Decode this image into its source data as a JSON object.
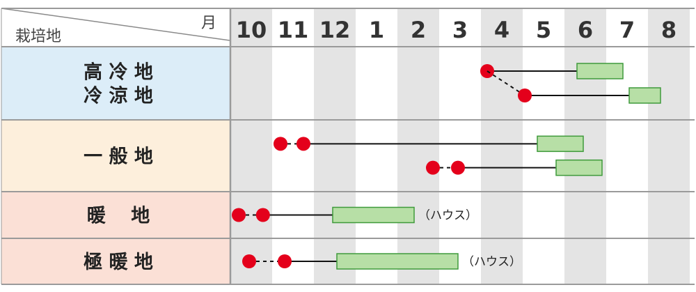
{
  "header": {
    "row_label": "栽培地",
    "column_label": "月"
  },
  "months": [
    "10",
    "11",
    "12",
    "1",
    "2",
    "3",
    "4",
    "5",
    "6",
    "7",
    "8"
  ],
  "regions": [
    {
      "lines": [
        "高 冷 地",
        "冷 涼 地"
      ],
      "color": "#dcedf8"
    },
    {
      "lines": [
        "一 般 地"
      ],
      "color": "#fdefdc"
    },
    {
      "lines": [
        "暖　 地"
      ],
      "color": "#fbe0d6"
    },
    {
      "lines": [
        "極 暖 地"
      ],
      "color": "#fbe0d6"
    }
  ],
  "schedules": [
    {
      "region": 0,
      "sow_start": 6.15,
      "sow_end": 6.15,
      "plant": 6.15,
      "harvest_start": 8.3,
      "harvest_end": 9.4,
      "note": ""
    },
    {
      "region": 0,
      "sow_start": 6.15,
      "sow_end": 6.15,
      "plant": 7.05,
      "harvest_start": 9.55,
      "harvest_end": 10.3,
      "note": ""
    },
    {
      "region": 1,
      "sow_start": 1.2,
      "sow_end": 1.2,
      "plant": 1.75,
      "harvest_start": 7.35,
      "harvest_end": 8.45,
      "note": ""
    },
    {
      "region": 1,
      "sow_start": 4.85,
      "sow_end": 4.85,
      "plant": 5.45,
      "harvest_start": 7.8,
      "harvest_end": 8.9,
      "note": ""
    },
    {
      "region": 2,
      "sow_start": 0.2,
      "sow_end": 0.2,
      "plant": 0.78,
      "harvest_start": 2.45,
      "harvest_end": 4.4,
      "note": "（ハウス）"
    },
    {
      "region": 3,
      "sow_start": 0.45,
      "sow_end": 0.45,
      "plant": 1.3,
      "harvest_start": 2.55,
      "harvest_end": 5.45,
      "note": "（ハウス）"
    }
  ],
  "colors": {
    "sow_dot": "#e4001b",
    "harvest_fill": "#b7dfa6",
    "harvest_stroke": "#3f9a3b",
    "line": "#111111",
    "stripe_gray": "#e4e4e4",
    "stripe_white": "#ffffff",
    "grid": "#9a9a9a"
  }
}
